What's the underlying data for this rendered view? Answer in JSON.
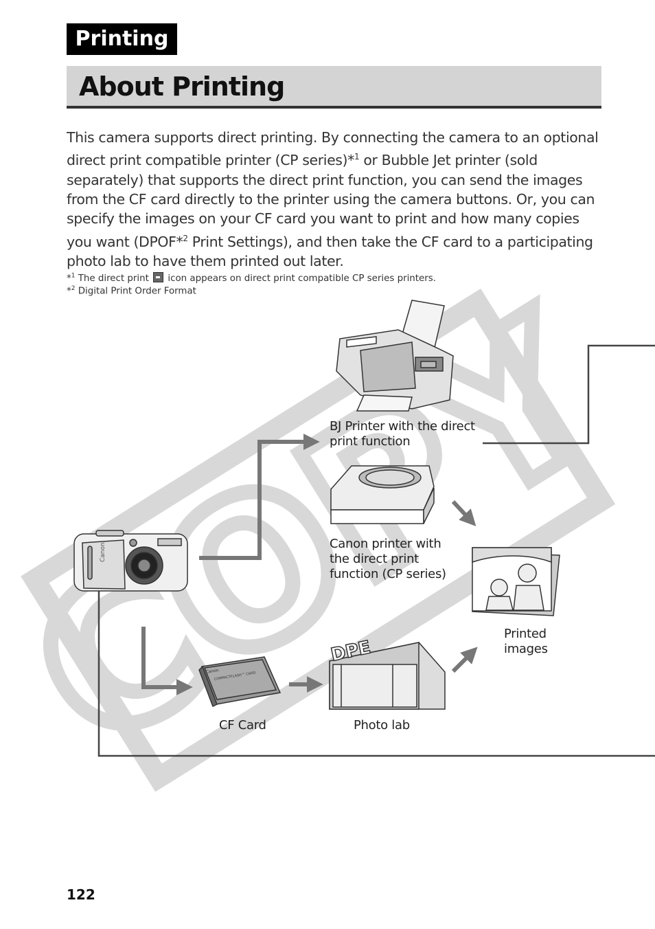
{
  "header": {
    "section_tab": "Printing",
    "page_title": "About Printing"
  },
  "intro": {
    "part1": "This camera supports direct printing. By connecting the camera to an optional direct print compatible printer (CP series)*",
    "sup1": "1",
    "part2": " or Bubble Jet printer (sold separately) that supports the direct print function, you can send the images from the CF card directly to the printer using the camera buttons. Or, you can specify the images on your CF card you want to print and how many copies you want (DPOF*",
    "sup2": "2",
    "part3": " Print Settings), and then take the CF card to a participating photo lab to have them printed out later."
  },
  "footnotes": [
    {
      "marker": "*",
      "num": "1",
      "text_before": " The direct print ",
      "icon": "direct-print-icon",
      "text_after": " icon appears on direct print compatible CP series printers."
    },
    {
      "marker": "*",
      "num": "2",
      "text": " Digital Print Order Format"
    }
  ],
  "diagram": {
    "bj_printer_label": [
      "BJ Printer with the direct",
      "print function"
    ],
    "cp_printer_label": [
      "Canon printer with",
      "the direct print",
      "function (CP series)"
    ],
    "printed_images_label": [
      "Printed",
      "images"
    ],
    "cf_card_label": "CF Card",
    "photo_lab_label": "Photo lab",
    "photo_lab_sign": "DPE",
    "camera_brand": "Canon",
    "cf_card_brand": "Canon",
    "cf_card_text": "COMPACTFLASH™ CARD",
    "watermark": "COPY",
    "accent_gray": "#777777"
  },
  "footer": {
    "page_number": "122"
  }
}
